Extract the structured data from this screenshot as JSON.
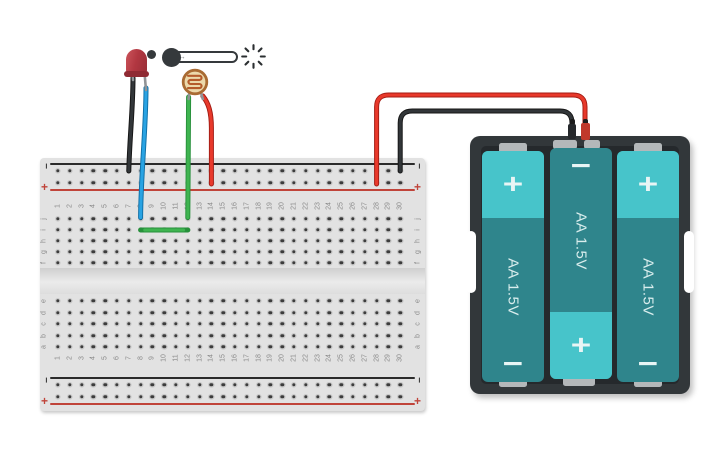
{
  "app": {
    "background": "#ffffff",
    "tool": "circuit editor canvas"
  },
  "breadboard": {
    "column_numbers": [
      "1",
      "2",
      "3",
      "4",
      "5",
      "6",
      "7",
      "8",
      "9",
      "10",
      "11",
      "12",
      "13",
      "14",
      "15",
      "16",
      "17",
      "18",
      "19",
      "20",
      "21",
      "22",
      "23",
      "24",
      "25",
      "26",
      "27",
      "28",
      "29",
      "30"
    ],
    "row_letters_top": [
      "j",
      "i",
      "h",
      "g",
      "f"
    ],
    "row_letters_bottom": [
      "e",
      "d",
      "c",
      "b",
      "a"
    ],
    "labels": {
      "minus": "−",
      "plus": "+"
    },
    "colors": {
      "board": "#e2e2e2",
      "rail_red_line": "#c0443a",
      "rail_black_line": "#2b2b2b",
      "hole": "#3c3c3c",
      "label": "#8a8a8a"
    }
  },
  "components": {
    "led": {
      "name": "red LED",
      "body_color": "#b23741"
    },
    "photoresistor": {
      "name": "photoresistor",
      "body_color": "#ecd9ab",
      "ring_color": "#a96b33",
      "trace_color": "#b55c2c"
    },
    "light_slider": {
      "name": "light intensity slider",
      "arrow": "→",
      "knob_color": "#35393c",
      "track_color": "#ffffff",
      "sun_icon": "sun"
    },
    "battery_pack": {
      "name": "3x AA battery holder",
      "case_color": "#32373a",
      "cell_light_color": "#47c4ca",
      "cell_dark_color": "#2f858c",
      "batteries": [
        {
          "label": "AA 1.5V",
          "top_symbol": "+",
          "bottom_symbol": "−",
          "orientation": "positive-up"
        },
        {
          "label": "AA 1.5V",
          "top_symbol": "−",
          "bottom_symbol": "+",
          "orientation": "negative-up"
        },
        {
          "label": "AA 1.5V",
          "top_symbol": "+",
          "bottom_symbol": "−",
          "orientation": "positive-up"
        }
      ]
    }
  },
  "wires": [
    {
      "id": "led-cathode",
      "color_name": "black",
      "color": "#323639",
      "outline": "#151515",
      "from": "LED cathode",
      "to": "top rail − col 7"
    },
    {
      "id": "led-anode",
      "color_name": "blue",
      "color": "#29a3e3",
      "outline": "#0f6fa6",
      "from": "LED anode",
      "to": "hole j8"
    },
    {
      "id": "ldr-left",
      "color_name": "green",
      "color": "#3fb450",
      "outline": "#27903b",
      "from": "photoresistor left leg",
      "to": "hole j12"
    },
    {
      "id": "jumper",
      "color_name": "green",
      "color": "#3fb450",
      "outline": "#27903b",
      "from": "hole i8",
      "to": "hole i12"
    },
    {
      "id": "ldr-right",
      "color_name": "red",
      "color": "#e8392b",
      "outline": "#a31c14",
      "from": "photoresistor right leg",
      "to": "top rail + col 14"
    },
    {
      "id": "battery-positive",
      "color_name": "red",
      "color": "#e8392b",
      "outline": "#a31c14",
      "from": "top rail + col 28",
      "to": "battery pack + terminal"
    },
    {
      "id": "battery-negative",
      "color_name": "black",
      "color": "#323639",
      "outline": "#151515",
      "from": "top rail − col 30",
      "to": "battery pack − terminal"
    }
  ]
}
